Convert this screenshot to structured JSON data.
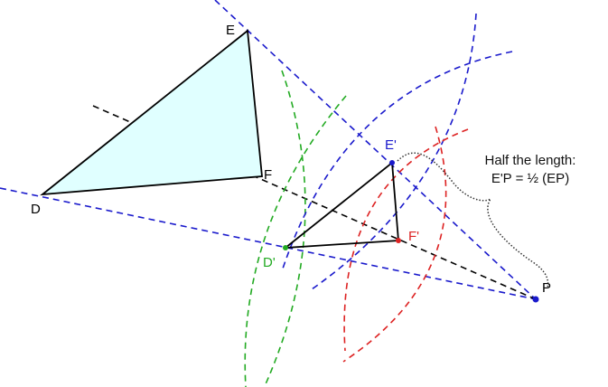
{
  "labels": {
    "D": "D",
    "E": "E",
    "F": "F",
    "D_prime": "D'",
    "E_prime": "E'",
    "F_prime": "F'",
    "P": "P"
  },
  "annotation": {
    "line1": "Half the length:",
    "line2": "E'P = ½ (EP)"
  },
  "colors": {
    "fill": "#e0ffff",
    "green": "#22aa22",
    "blue": "#1a1acc",
    "red": "#dd2222",
    "black": "#000000"
  }
}
